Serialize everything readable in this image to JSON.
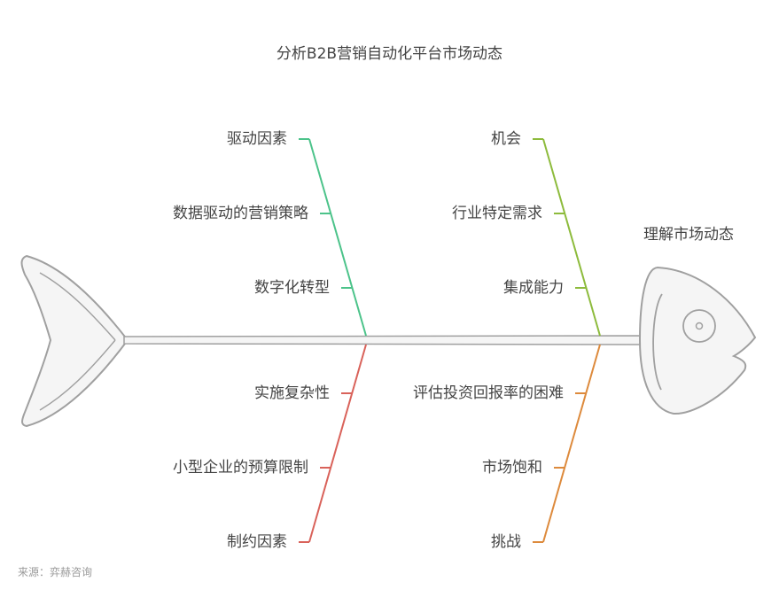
{
  "title": "分析B2B营销自动化平台市场动态",
  "head_label": "理解市场动态",
  "source": "来源：弈赫咨询",
  "categories": {
    "drivers": {
      "label": "驱动因素",
      "color": "#4cc38a",
      "items": [
        "数据驱动的营销策略",
        "数字化转型"
      ]
    },
    "opportunities": {
      "label": "机会",
      "color": "#8dbb3c",
      "items": [
        "行业特定需求",
        "集成能力"
      ]
    },
    "constraints": {
      "label": "制约因素",
      "color": "#d9625a",
      "items": [
        "实施复杂性",
        "小型企业的预算限制"
      ]
    },
    "challenges": {
      "label": "挑战",
      "color": "#dd8a3c",
      "items": [
        "评估投资回报率的困难",
        "市场饱和"
      ]
    }
  },
  "colors": {
    "fish_stroke": "#a0a0a0",
    "fish_fill": "#f5f5f5",
    "text": "#444444"
  }
}
